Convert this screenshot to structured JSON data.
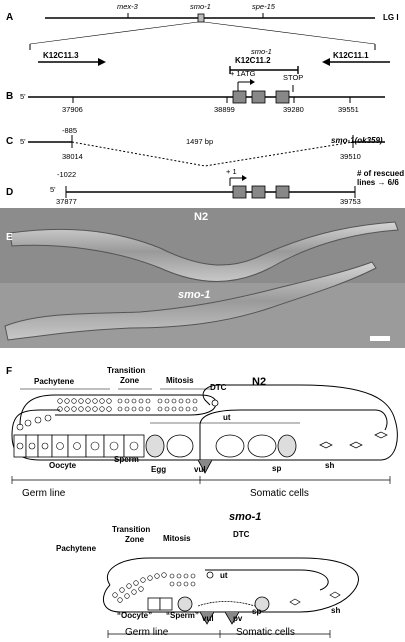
{
  "panels": {
    "A": {
      "label": "A",
      "genes": {
        "mex3": "mex-3",
        "smo1": "smo-1",
        "spe15": "spe-15"
      },
      "chromosome": "LG I"
    },
    "B": {
      "label": "B",
      "gene_name": "smo-1",
      "cosmid_left": "K12C11.3",
      "cosmid_mid": "K12C11.2",
      "cosmid_right": "K12C11.1",
      "start_label": "+ 1ATG",
      "stop_label": "STOP",
      "five_prime": "5'",
      "coords": [
        "37906",
        "38899",
        "39280",
        "39551"
      ]
    },
    "C": {
      "label": "C",
      "five_prime": "5'",
      "deletion_start": "-885",
      "deletion_size": "1497 bp",
      "allele": "smo-1(ok359)",
      "coords": [
        "38014",
        "39510"
      ]
    },
    "D": {
      "label": "D",
      "five_prime": "5'",
      "upstream": "-1022",
      "plus_one": "+ 1",
      "rescued_line1": "# of rescued",
      "rescued_line2": "lines → 6/6",
      "coords": [
        "37877",
        "39753"
      ]
    },
    "E": {
      "label": "E",
      "worm_top": "N2",
      "worm_bottom": "smo-1"
    },
    "F": {
      "label": "F",
      "n2": {
        "title": "N2",
        "pachytene": "Pachytene",
        "transition1": "Transition",
        "transition2": "Zone",
        "mitosis": "Mitosis",
        "dtc": "DTC",
        "ut": "ut",
        "oocyte": "Oocyte",
        "sperm": "Sperm",
        "egg": "Egg",
        "vul": "vul",
        "sp": "sp",
        "sh": "sh",
        "germ_line": "Germ line",
        "somatic": "Somatic cells"
      },
      "smo1": {
        "title": "smo-1",
        "pachytene": "Pachytene",
        "transition1": "Transition",
        "transition2": "Zone",
        "mitosis": "Mitosis",
        "dtc": "DTC",
        "ut": "ut",
        "oocyte": "“Oocyte”",
        "sperm": "“Sperm”",
        "vul": "vul",
        "pv": "pv",
        "sp": "sp",
        "sh": "sh",
        "germ_line": "Germ line",
        "somatic": "Somatic cells"
      }
    }
  }
}
